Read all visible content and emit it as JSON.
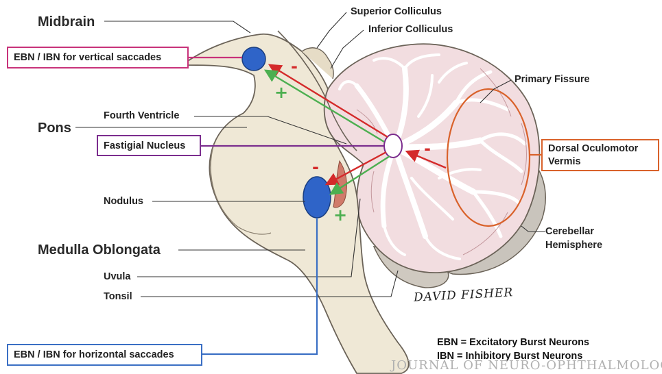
{
  "labels": {
    "midbrain": "Midbrain",
    "pons": "Pons",
    "medulla": "Medulla Oblongata",
    "superior_colliculus": "Superior Colliculus",
    "inferior_colliculus": "Inferior Colliculus",
    "primary_fissure": "Primary Fissure",
    "fourth_ventricle": "Fourth Ventricle",
    "nodulus": "Nodulus",
    "uvula": "Uvula",
    "tonsil": "Tonsil",
    "cerebellar_hemisphere_1": "Cerebellar",
    "cerebellar_hemisphere_2": "Hemisphere"
  },
  "boxes": {
    "vertical": "EBN / IBN for vertical saccades",
    "fastigial": "Fastigial Nucleus",
    "horizontal": "EBN / IBN for horizontal saccades",
    "dov_1": "Dorsal Oculomotor",
    "dov_2": "Vermis"
  },
  "legend": {
    "ebn": "EBN = Excitatory Burst Neurons",
    "ibn": "IBN = Inhibitory Burst Neurons"
  },
  "signs": {
    "minus": "-",
    "plus": "+"
  },
  "signature": "DAVID FISHER",
  "journal": "JOURNAL OF NEURO-OPHTHALMOLOGY",
  "colors": {
    "vertical_box": "#c8327a",
    "fastigial_box": "#7b2d8e",
    "horizontal_box": "#3a6fc4",
    "dov_box": "#d9622b",
    "inhibitory_arrow": "#d42a2a",
    "excitatory_arrow": "#4caf50",
    "nucleus_blue": "#2f64c8",
    "brainstem": "#efe8d6",
    "cerebellum_pink": "#f2dde0",
    "white_matter": "#ffffff"
  }
}
